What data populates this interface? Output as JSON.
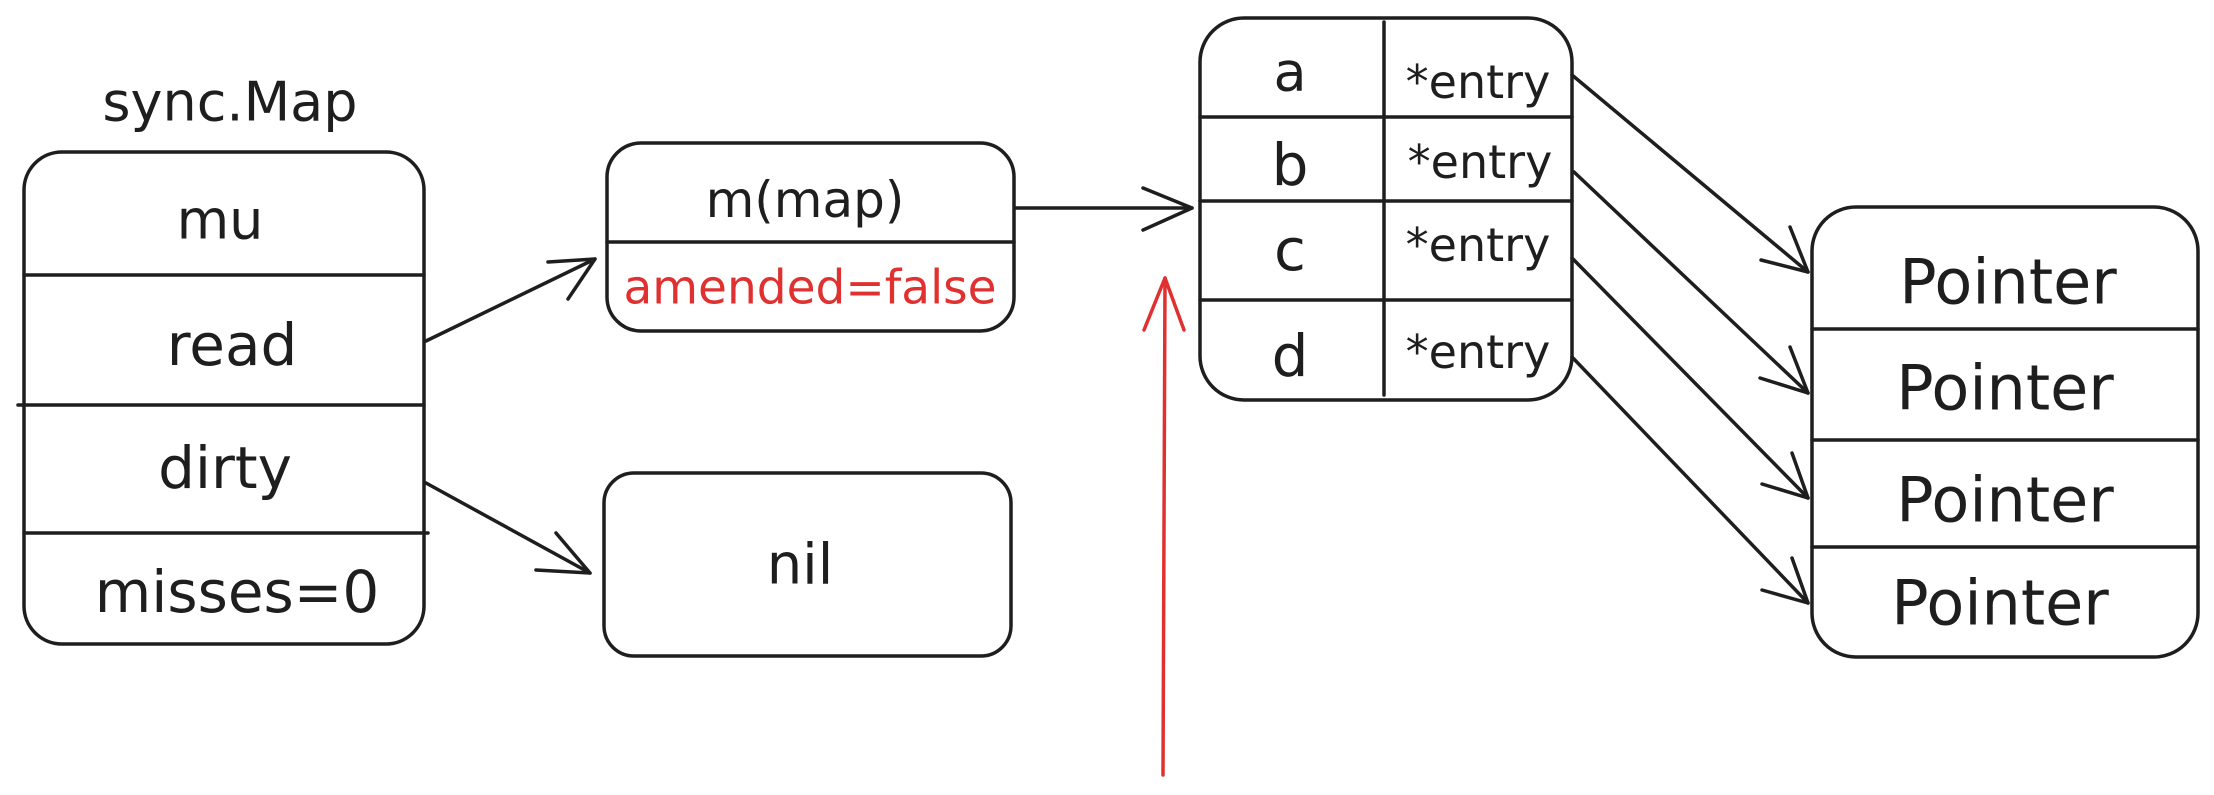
{
  "colors": {
    "stroke": "#1e1e1e",
    "highlight": "#e03131",
    "background": "#ffffff"
  },
  "sync_map": {
    "title": "sync.Map",
    "fields": [
      "mu",
      "read",
      "dirty",
      "misses=0"
    ]
  },
  "read_only": {
    "field": "m(map)",
    "flag": "amended=false"
  },
  "dirty_value": "nil",
  "map_entries": {
    "keys": [
      "a",
      "b",
      "c",
      "d"
    ],
    "value": "*entry"
  },
  "pointers": [
    "Pointer",
    "Pointer",
    "Pointer",
    "Pointer"
  ]
}
